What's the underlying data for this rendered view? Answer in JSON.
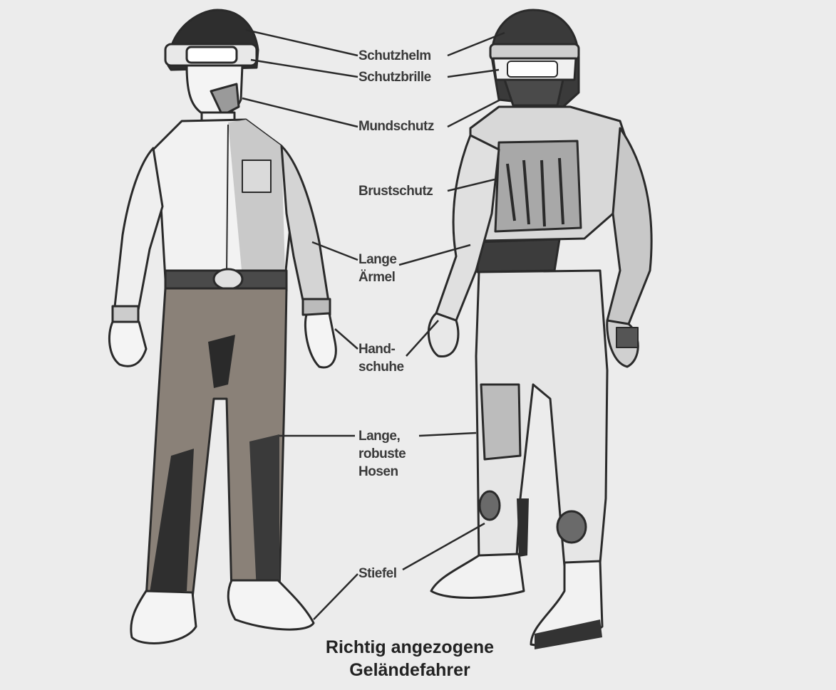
{
  "labels": {
    "helmet": "Schutzhelm",
    "goggles": "Schutzbrille",
    "mouth_guard": "Mundschutz",
    "chest_protector": "Brustschutz",
    "long_sleeves": "Lange\nÄrmel",
    "gloves": "Hand-\nschuhe",
    "long_pants": "Lange,\nrobuste\nHosen",
    "boots": "Stiefel"
  },
  "caption": {
    "line1": "Richtig angezogene",
    "line2": "Geländefahrer"
  },
  "colors": {
    "background": "#ececec",
    "line": "#2a2a2a",
    "pants": "#8a8178",
    "shirt": "#f2f2f2",
    "gear": "#d8d8d8",
    "dark": "#333333"
  }
}
